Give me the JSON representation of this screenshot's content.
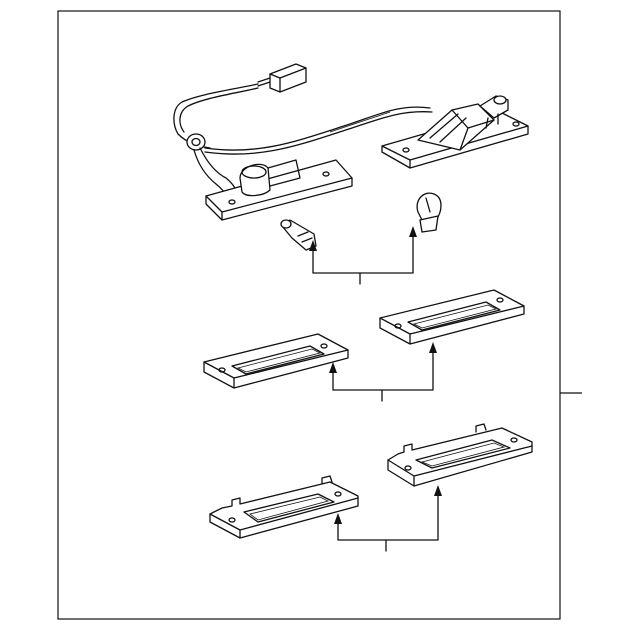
{
  "diagram": {
    "kind": "exploded-parts-illustration",
    "parts": [
      {
        "id": "harness-with-lamp-housings",
        "name": "wire-harness-assembly"
      },
      {
        "id": "bulbs",
        "name": "bulb-pair"
      },
      {
        "id": "lens-set-upper",
        "name": "lens-pair-upper"
      },
      {
        "id": "lens-set-lower",
        "name": "lens-pair-lower"
      }
    ],
    "callouts": [
      {
        "id": "callout-bulbs"
      },
      {
        "id": "callout-lens-upper"
      },
      {
        "id": "callout-lens-lower"
      },
      {
        "id": "callout-assembly"
      }
    ]
  }
}
